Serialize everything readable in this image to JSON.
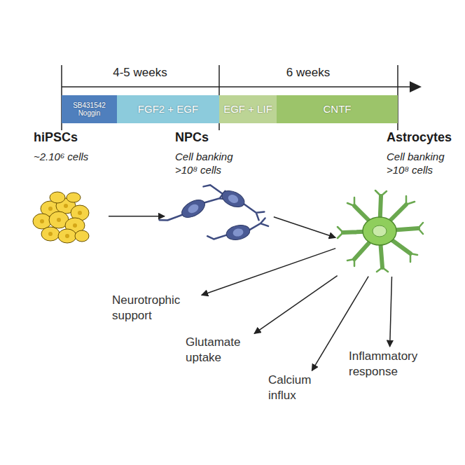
{
  "diagram": {
    "nodes": [
      {
        "text": [
          "SB431542 Noggin"
        ]
      },
      {
        "text": [
          "FGF2 + EGF"
        ]
      },
      {
        "text": [
          "EGF + LIF"
        ]
      },
      {
        "text": [
          "CNTF"
        ]
      },
      {
        "text": [
          "hiPSCs",
          "~2.10⁶ cells"
        ]
      },
      {
        "text": [
          "NPCs",
          "Cell banking >10⁸ cells"
        ]
      },
      {
        "text": [
          "Astrocytes",
          "Cell banking >10⁸ cells"
        ]
      },
      {
        "text": [
          "Neurotrophic support"
        ]
      },
      {
        "text": [
          "Glutamate uptake"
        ]
      },
      {
        "text": [
          "Calcium influx"
        ]
      },
      {
        "text": [
          "Inflammatory response"
        ]
      }
    ],
    "edges": [
      {
        "from": 4,
        "to": 5,
        "arrow": "to"
      },
      {
        "from": 5,
        "to": 6,
        "arrow": "to"
      },
      {
        "from": 6,
        "to": 7,
        "arrow": "to"
      },
      {
        "from": 6,
        "to": 8,
        "arrow": "to"
      },
      {
        "from": 6,
        "to": 9,
        "arrow": "to"
      },
      {
        "from": 6,
        "to": 10,
        "arrow": "to"
      }
    ],
    "labels": [
      "4-5 weeks",
      "6 weeks"
    ]
  }
}
